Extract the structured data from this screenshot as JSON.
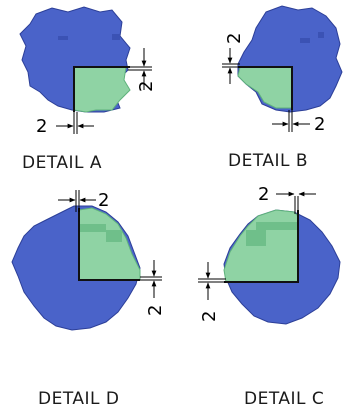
{
  "details": [
    {
      "id": "a",
      "caption": "DETAIL  A",
      "dim_x": "2",
      "dim_y": "2"
    },
    {
      "id": "b",
      "caption": "DETAIL  B",
      "dim_x": "2",
      "dim_y": "2"
    },
    {
      "id": "d",
      "caption": "DETAIL  D",
      "dim_x": "2",
      "dim_y": "2"
    },
    {
      "id": "c",
      "caption": "DETAIL  C",
      "dim_x": "2",
      "dim_y": "2"
    }
  ],
  "colors": {
    "body": "#4a63c9",
    "body_edge": "#2c3f98",
    "inlay": "#8fd3a4",
    "inlay_dark": "#5fb27c",
    "line": "#111111"
  }
}
